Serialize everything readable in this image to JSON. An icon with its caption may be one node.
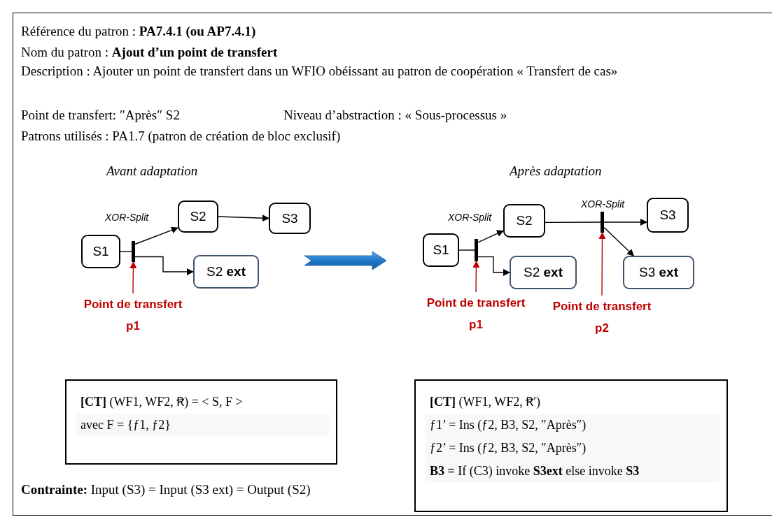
{
  "diagram": {
    "nodes": [
      {
        "text": [
          "S1"
        ]
      },
      {
        "text": [],
        "shape": "bar",
        "beside": [
          "XOR-Split"
        ]
      },
      {
        "text": [
          "S2"
        ]
      },
      {
        "text": [
          "S3"
        ]
      },
      {
        "text": [
          "S2 **ext**"
        ]
      },
      {
        "text": [
          "Point de transfert",
          "p1"
        ]
      },
      {
        "text": [
          "S1"
        ]
      },
      {
        "text": [],
        "shape": "bar",
        "beside": [
          "XOR-Split"
        ]
      },
      {
        "text": [
          "S2"
        ]
      },
      {
        "text": [
          "S2 **ext**"
        ]
      },
      {
        "text": [],
        "shape": "bar",
        "beside": [
          "XOR-Split"
        ]
      },
      {
        "text": [
          "S3"
        ]
      },
      {
        "text": [
          "S3 **ext**"
        ]
      },
      {
        "text": [
          "Point de transfert",
          "p1"
        ]
      },
      {
        "text": [
          "Point de transfert",
          "p2"
        ]
      },
      {
        "text": [
          "**[CT]**  (WF1, WF2, Ꞧ) = < S, F >",
          "avec  F = {ƒ1, ƒ2}"
        ]
      },
      {
        "text": [
          "**[CT]** (WF1, WF2, Ꞧ′)",
          "ƒ1’ = Ins (ƒ2, B3, S2, ″Après″)",
          "ƒ2’ = Ins (ƒ2, B3, S2, ″Après″)",
          "**B3 =** If (C3) invoke **S3ext**  else invoke **S3**"
        ]
      }
    ],
    "edges": [
      {
        "from": 0,
        "to": 1,
        "arrow": "none"
      },
      {
        "from": 1,
        "to": 2,
        "arrow": "to"
      },
      {
        "from": 2,
        "to": 3,
        "arrow": "to"
      },
      {
        "from": 1,
        "to": 4,
        "arrow": "to"
      },
      {
        "from": 5,
        "to": 1,
        "arrow": "to",
        "color": "#c00000"
      },
      {
        "from": 6,
        "to": 7,
        "arrow": "none"
      },
      {
        "from": 7,
        "to": 8,
        "arrow": "to"
      },
      {
        "from": 7,
        "to": 9,
        "arrow": "to"
      },
      {
        "from": 8,
        "to": 10,
        "arrow": "none"
      },
      {
        "from": 10,
        "to": 11,
        "arrow": "to"
      },
      {
        "from": 10,
        "to": 12,
        "arrow": "to"
      },
      {
        "from": 13,
        "to": 7,
        "arrow": "to",
        "color": "#c00000"
      },
      {
        "from": 14,
        "to": 10,
        "arrow": "to",
        "color": "#c00000"
      }
    ],
    "labels": [
      "Référence du patron : **PA7.4.1 (ou AP7.4.1)**",
      "Nom du patron : **Ajout d’un point de transfert**",
      "Description : Ajouter un point de transfert dans un WFIO obéissant au patron de coopération  « Transfert de cas»",
      "Point de transfert: ″Après″ S2",
      "Niveau d’abstraction : « Sous-processus »",
      "Patrons utilisés : PA1.7 (patron de création de bloc exclusif)",
      "Avant adaptation",
      "Après adaptation",
      "**Contrainte:** Input (S3) = Input (S3 ext) = Output (S2)"
    ]
  }
}
